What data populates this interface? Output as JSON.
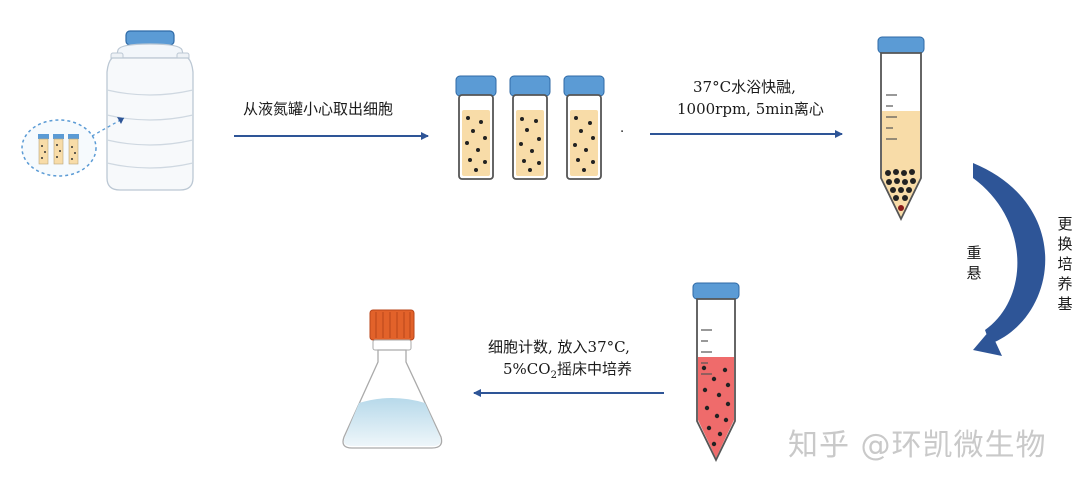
{
  "steps": {
    "step1": "从液氮罐小心取出细胞",
    "step2_line1": "37°C水浴快融,",
    "step2_line2": "1000rpm, 5min离心",
    "step3_right": "更换培养基",
    "step3_left": "重悬",
    "step4_line1": "细胞计数, 放入37°C,",
    "step4_line2_pre": "5%CO",
    "step4_line2_sub": "2",
    "step4_line2_post": "摇床中培养"
  },
  "stray_mark": ".",
  "watermark": "知乎 @环凯微生物",
  "colors": {
    "arrow": "#2e5597",
    "cap": "#5b9bd5",
    "medium": "#f8dca8",
    "red_medium": "#ef6b6b",
    "cap_orange": "#e2622a",
    "flask_liquid": "#c9e2ee"
  }
}
